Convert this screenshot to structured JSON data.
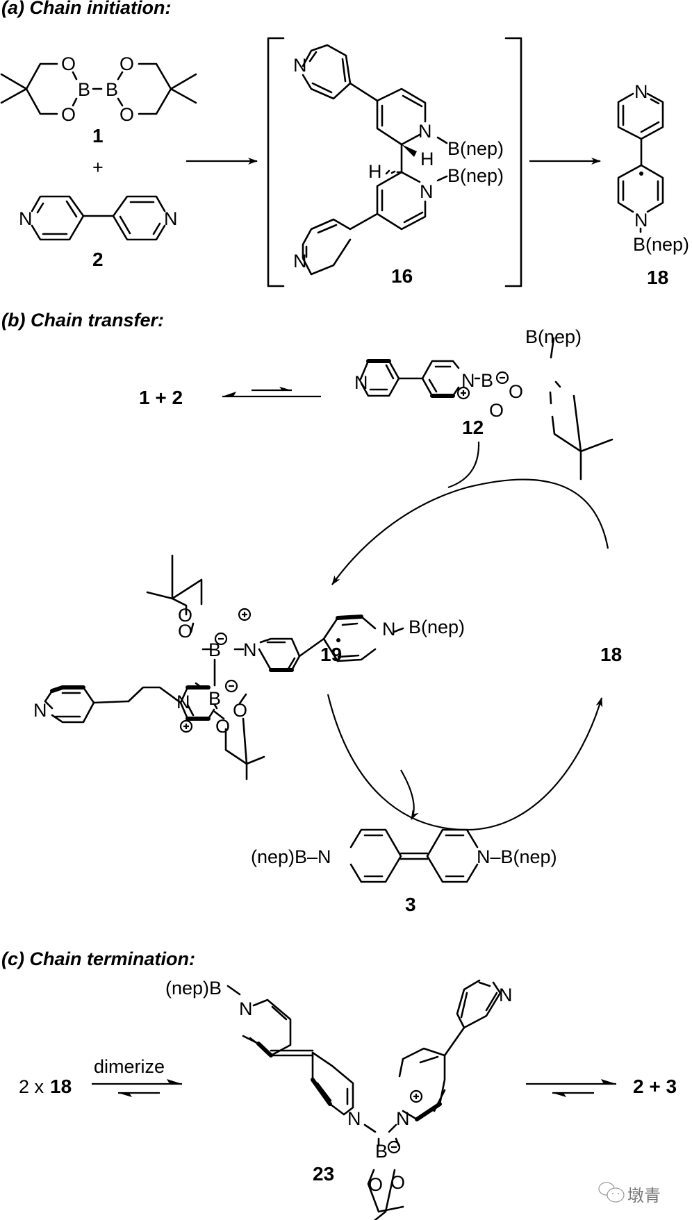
{
  "sections": {
    "a": {
      "title": "(a) Chain initiation:"
    },
    "b": {
      "title": "(b) Chain transfer:"
    },
    "c": {
      "title": "(c) Chain termination:"
    }
  },
  "compounds": {
    "c1": "1",
    "c2": "2",
    "c3": "3",
    "c12": "12",
    "c16": "16",
    "c18": "18",
    "c19": "19",
    "c23": "23"
  },
  "atoms": {
    "N": "N",
    "O": "O",
    "B": "B",
    "H": "H",
    "Bnep": "B(nep)",
    "nepB": "(nep)B",
    "nepB_dash": "(nep)B–N",
    "N_Bnep": "N–B(nep)",
    "minus": "−",
    "plus": "+"
  },
  "text": {
    "plus_sign": "+",
    "one_plus_two": "1 + 2",
    "two_x": "2 x",
    "eighteen": "18",
    "dimerize": "dimerize",
    "two_plus_three": "2 + 3"
  },
  "watermark": {
    "icon": "wechat-icon",
    "text": "墩青"
  },
  "colors": {
    "ink": "#000000",
    "background": "#ffffff",
    "watermark": "#777777"
  }
}
